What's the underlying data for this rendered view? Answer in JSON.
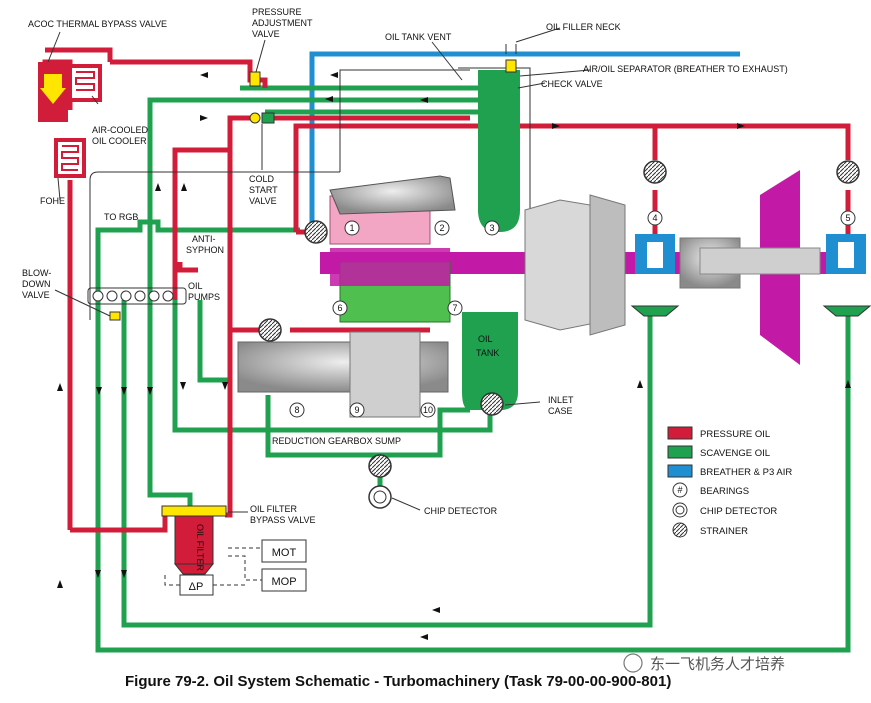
{
  "labels": {
    "acoc_bypass": "ACOC THERMAL BYPASS VALVE",
    "pressure_adj_1": "PRESSURE",
    "pressure_adj_2": "ADJUSTMENT",
    "pressure_adj_3": "VALVE",
    "oil_tank_vent": "OIL TANK VENT",
    "oil_filler_neck": "OIL FILLER NECK",
    "air_oil_sep": "AIR/OIL SEPARATOR (BREATHER TO EXHAUST)",
    "check_valve": "CHECK VALVE",
    "air_cooled_1": "AIR-COOLED",
    "air_cooled_2": "OIL COOLER",
    "cold_start_1": "COLD",
    "cold_start_2": "START",
    "cold_start_3": "VALVE",
    "fohe": "FOHE",
    "to_rgb": "TO RGB",
    "anti_siphon_1": "ANTI-",
    "anti_siphon_2": "SYPHON",
    "blowdown_1": "BLOW-",
    "blowdown_2": "DOWN",
    "blowdown_3": "VALVE",
    "oil_pumps_1": "OIL",
    "oil_pumps_2": "PUMPS",
    "oil_tank_1": "OIL",
    "oil_tank_2": "TANK",
    "inlet_case_1": "INLET",
    "inlet_case_2": "CASE",
    "gearbox_sump": "REDUCTION GEARBOX SUMP",
    "chip_detector": "CHIP DETECTOR",
    "oil_filter_bypass_1": "OIL FILTER",
    "oil_filter_bypass_2": "BYPASS VALVE",
    "oil_filter_body": "OIL FILTER",
    "mot": "MOT",
    "mop": "MOP",
    "delta_p": "ΔP"
  },
  "bearing_numbers": [
    "1",
    "2",
    "3",
    "4",
    "5",
    "6",
    "7",
    "8",
    "9",
    "10"
  ],
  "legend": [
    {
      "label": "PRESSURE OIL",
      "color": "#d11d3a"
    },
    {
      "label": "SCAVENGE OIL",
      "color": "#1fa14f"
    },
    {
      "label": "BREATHER & P3 AIR",
      "color": "#1f8fd1"
    },
    {
      "label": "BEARINGS",
      "symbol": "#"
    },
    {
      "label": "CHIP DETECTOR",
      "symbol": "circle"
    },
    {
      "label": "STRAINER",
      "symbol": "strainer"
    }
  ],
  "caption": "Figure 79-2.   Oil System Schematic - Turbomachinery (Task 79-00-00-900-801)",
  "watermark": "东一飞机务人才培养",
  "colors": {
    "pressure": "#d11d3a",
    "scavenge": "#1fa14f",
    "breather": "#1f8fd1",
    "magenta": "#c21aa6"
  }
}
